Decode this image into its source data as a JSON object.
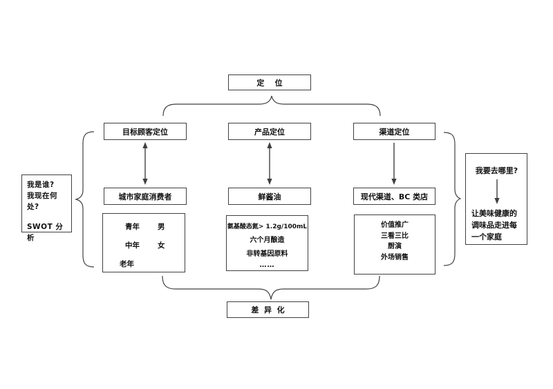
{
  "diagram": {
    "title_box": "定    位",
    "bottom_box": "差  异  化",
    "columns": [
      {
        "header": "目标顾客定位",
        "arrow": "double",
        "mid": "城市家庭消费者",
        "details_rows": [
          {
            "c1": "青年",
            "c2": "男"
          },
          {
            "c1": "中年",
            "c2": "女"
          },
          {
            "c1": "老年",
            "c2": ""
          }
        ]
      },
      {
        "header": "产品定位",
        "arrow": "double",
        "mid": "鲜酱油",
        "details": [
          "氨基酸态氮> 1.2g/100mL",
          "六个月酿造",
          "非转基因原料",
          "……"
        ]
      },
      {
        "header": "渠道定位",
        "arrow": "single",
        "mid": "现代渠道、BC 类店",
        "details": [
          "价值推广",
          "三看三比",
          "厨演",
          "外场销售"
        ]
      }
    ],
    "left_note": {
      "line1": "我是谁?",
      "line2": "我现在何处?",
      "line3": "SWOT 分析"
    },
    "right_note": {
      "question": "我要去哪里?",
      "answer": "让美味健康的调味品走进每一个家庭"
    }
  },
  "colors": {
    "background": "#ffffff",
    "line": "#3f3f3f",
    "text": "#111111"
  }
}
